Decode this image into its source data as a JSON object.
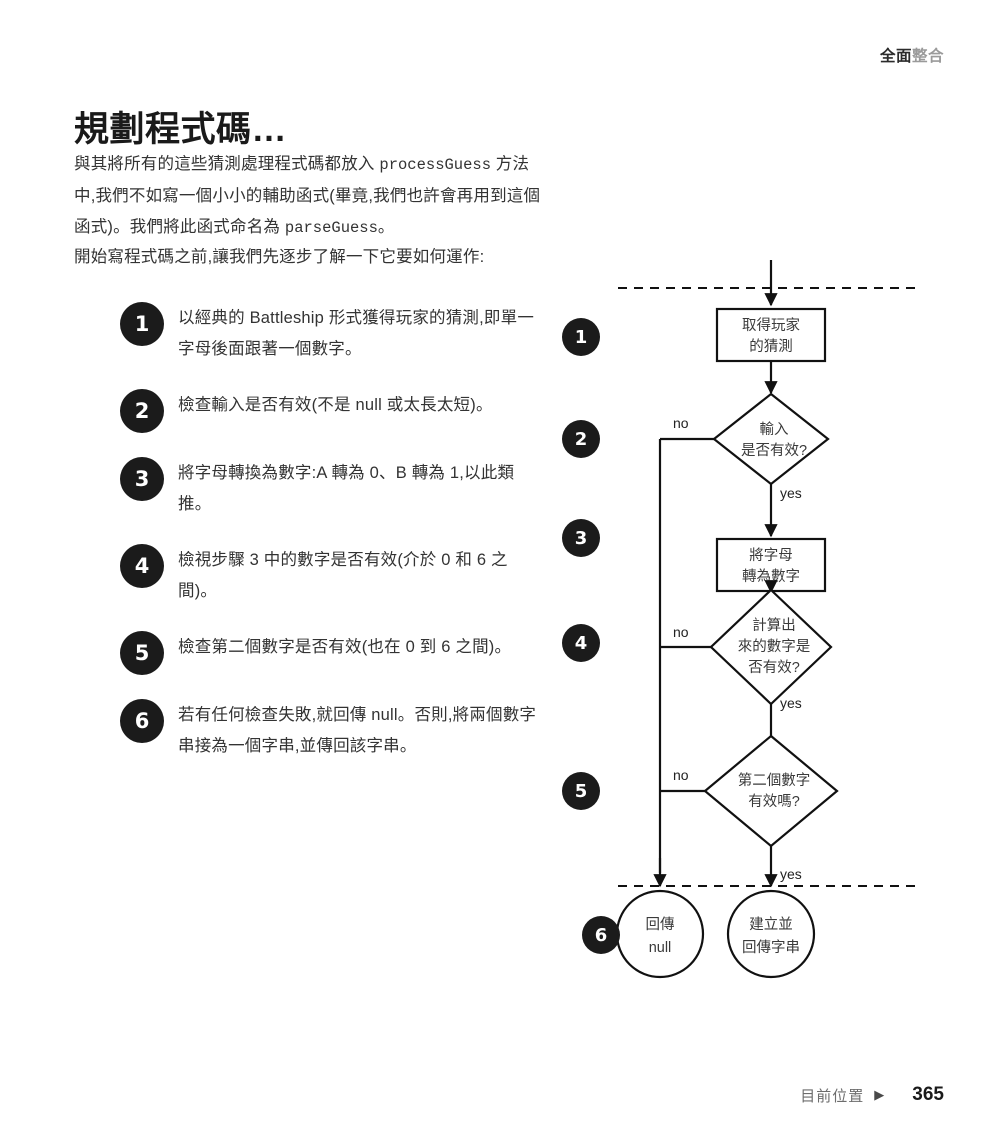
{
  "running_head": {
    "dark_part": "全面",
    "light_part": "整合"
  },
  "page_title": "規劃程式碼…",
  "paragraphs": {
    "p1_a": "與其將所有的這些猜測處理程式碼都放入 ",
    "p1_code1": "processGuess",
    "p1_b": " 方法中,我們不如寫一個小小的輔助函式(畢竟,我們也許會再用到這個函式)。我們將此函式命名為 ",
    "p1_code2": "parseGuess",
    "p1_c": "。",
    "p2": "開始寫程式碼之前,讓我們先逐步了解一下它要如何運作:"
  },
  "steps": [
    {
      "num": "1",
      "text": "以經典的 Battleship 形式獲得玩家的猜測,即單一字母後面跟著一個數字。"
    },
    {
      "num": "2",
      "text": "檢查輸入是否有效(不是 null 或太長太短)。"
    },
    {
      "num": "3",
      "text": "將字母轉換為數字:A 轉為 0、B 轉為 1,以此類推。"
    },
    {
      "num": "4",
      "text": "檢視步驟 3 中的數字是否有效(介於 0 和 6 之間)。"
    },
    {
      "num": "5",
      "text": "檢查第二個數字是否有效(也在 0 到 6 之間)。"
    },
    {
      "num": "6",
      "text": "若有任何檢查失敗,就回傳 null。否則,將兩個數字串接為一個字串,並傳回該字串。"
    }
  ],
  "flowchart": {
    "markers": [
      "1",
      "2",
      "3",
      "4",
      "5",
      "6"
    ],
    "nodes": {
      "n1_line1": "取得玩家",
      "n1_line2": "的猜測",
      "n2_line1": "輸入",
      "n2_line2": "是否有效?",
      "n3_line1": "將字母",
      "n3_line2": "轉為數字",
      "n4_line1": "計算出",
      "n4_line2": "來的數字是",
      "n4_line3": "否有效?",
      "n5_line1": "第二個數字",
      "n5_line2": "有效嗎?",
      "n6a_line1": "回傳",
      "n6a_line2": "null",
      "n6b_line1": "建立並",
      "n6b_line2": "回傳字串"
    },
    "edge_labels": {
      "no_1": "no",
      "yes_1": "yes",
      "no_2": "no",
      "yes_2": "yes",
      "no_3": "no",
      "yes_3": "yes"
    }
  },
  "footer": {
    "label": "目前位置",
    "arrow": "▶",
    "page": "365"
  }
}
